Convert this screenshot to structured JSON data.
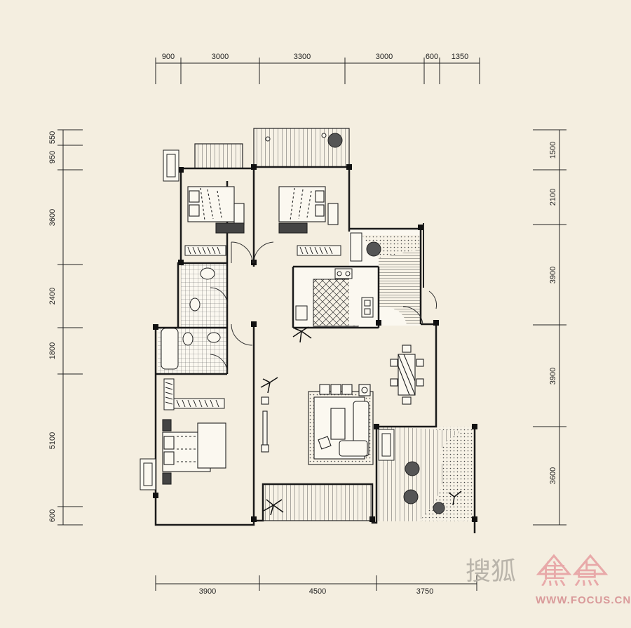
{
  "dimensions": {
    "top": [
      "900",
      "3000",
      "3300",
      "3000",
      "600",
      "1350"
    ],
    "bottom": [
      "3900",
      "4500",
      "3750"
    ],
    "left": [
      "550",
      "950",
      "3600",
      "2400",
      "1800",
      "5100",
      "600"
    ],
    "right": [
      "1500",
      "2100",
      "3900",
      "3900",
      "3600"
    ]
  },
  "watermark": {
    "brand_chars": [
      "搜",
      "狐"
    ],
    "focus_chars": [
      "焦",
      "点"
    ],
    "url": "WWW.FOCUS.CN"
  },
  "colors": {
    "background": "#f4eee0",
    "line": "#1a1a1a",
    "watermark_gray": "#b9b4aa",
    "watermark_red": "#e8a9a9"
  }
}
